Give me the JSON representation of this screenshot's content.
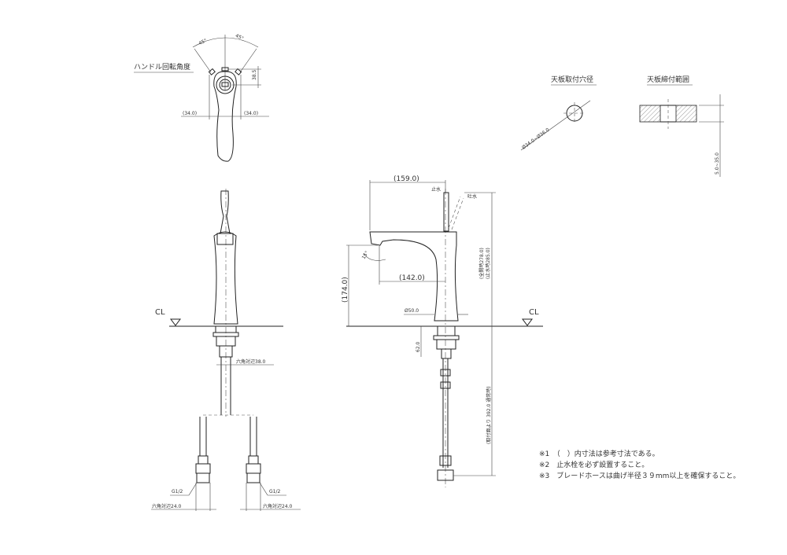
{
  "handle_view": {
    "title": "ハンドル回転角度",
    "angle_left": "45°",
    "angle_right": "45°",
    "dim_left": "(34.0)",
    "dim_right": "(34.0)",
    "dim_offset": "38.5"
  },
  "front_view": {
    "cl_label": "CL",
    "hex_main": "六角対辺38.0",
    "thread_left": "G1/2",
    "thread_right": "G1/2",
    "hex_left": "六角対辺24.0",
    "hex_right": "六角対辺24.0"
  },
  "side_view": {
    "cl_label": "CL",
    "reach": "(159.0)",
    "spout_reach": "(142.0)",
    "spout_height": "(174.0)",
    "base_dia": "Ø50.0",
    "shank_len": "62.0",
    "angle": "15°",
    "stop_label": "止水",
    "open_label": "吐水",
    "total_height": "(全開時278.0)",
    "stop_height": "(止水時285.0)",
    "hose_len": "(取付面より 392.0 通常時)"
  },
  "hole": {
    "title": "天板取付穴径",
    "dia": "Ø34.0~Ø36.0"
  },
  "counter": {
    "title": "天板締付範囲",
    "range": "5.0~35.0"
  },
  "notes": [
    "※1　（　）内寸法は参考寸法である。",
    "※2　止水栓を必ず設置すること。",
    "※3　ブレードホースは曲げ半径３９mm以上を確保すること。"
  ]
}
